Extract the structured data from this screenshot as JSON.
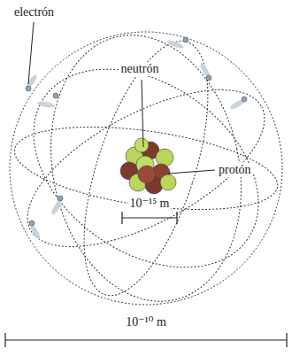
{
  "diagram": {
    "labels": [
      "electrón",
      "neutrón",
      "protón",
      "10⁻¹⁵ m",
      "10⁻¹⁰ m"
    ]
  }
}
